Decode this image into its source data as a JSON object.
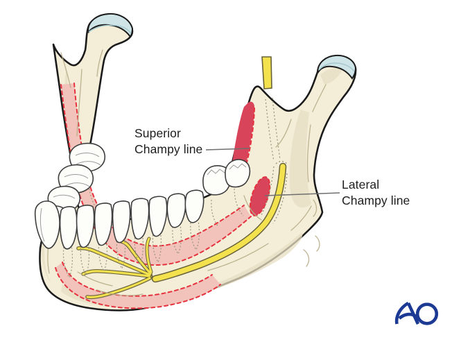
{
  "labels": {
    "superior_champy": {
      "line1": "Superior",
      "line2": "Champy line"
    },
    "lateral_champy": {
      "line1": "Lateral",
      "line2": "Champy line"
    }
  },
  "logo": {
    "text": "AO"
  },
  "colors": {
    "background": "#ffffff",
    "bone": "#f4eed9",
    "bone_shade": "#e7dec2",
    "bone_deep": "#b7ab87",
    "outline": "#1b1b1b",
    "pink_band": "#f1c3ba",
    "red_dash": "#e5323e",
    "crimson": "#d8455a",
    "nerve_yellow": "#f4e14e",
    "nerve_outline": "#67623a",
    "cartilage_blue": "#cfe4e7",
    "cartilage_edge": "#a6c9cf",
    "tooth_white": "#fdfdfa",
    "tooth_outline": "#3d3d3d",
    "tooth_detail": "#9a9a9a",
    "root_dot": "#9a957e",
    "label_text": "#1d1d1d",
    "pointer_line": "#6f6f6f",
    "logo_blue": "#1c3a94"
  }
}
